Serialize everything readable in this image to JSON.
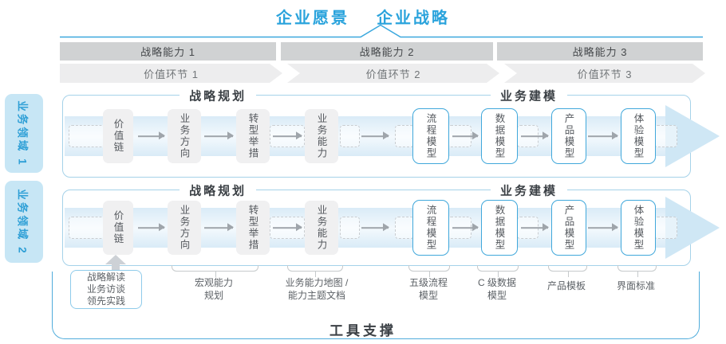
{
  "header": {
    "vision": "企业愿景",
    "strategy": "企业战略"
  },
  "capability_bars": [
    "战略能力 1",
    "战略能力 2",
    "战略能力 3"
  ],
  "value_links": [
    "价值环节 1",
    "价值环节 2",
    "价值环节 3"
  ],
  "business_domains": [
    "业务领域 1",
    "业务领域 2"
  ],
  "row_titles": {
    "planning": "战略规划",
    "modeling": "业务建模"
  },
  "flow_boxes": {
    "gray": [
      "价值链",
      "业务方向",
      "转型举措",
      "业务能力"
    ],
    "blue": [
      "流程模型",
      "数据模型",
      "产品模型",
      "体验模型"
    ]
  },
  "annotations": {
    "practice_box": [
      "战略解读",
      "业务访谈",
      "领先实践"
    ],
    "labels": [
      [
        "宏观能力",
        "规划"
      ],
      [
        "业务能力地图 /",
        "能力主题文档"
      ],
      [
        "五级流程",
        "模型"
      ],
      [
        "C 级数据",
        "模型"
      ],
      [
        "产品模板"
      ],
      [
        "界面标准"
      ]
    ]
  },
  "footer": {
    "tools_label": "工具支撑"
  },
  "colors": {
    "accent_blue": "#2AA3DC",
    "row_border_blue": "#A5D2E9",
    "tools_border_blue": "#4FACDB",
    "band_blue": "#D9EBF7",
    "arrowhead_blue": "#CFE7F5",
    "bar_gray": "#D0D2D3",
    "chevron_gray": "#EDEDEE",
    "box_gray": "#F0F0F1",
    "box_border_blue": "#41A8DB",
    "domain_fill_blue": "#C7E6F5"
  }
}
